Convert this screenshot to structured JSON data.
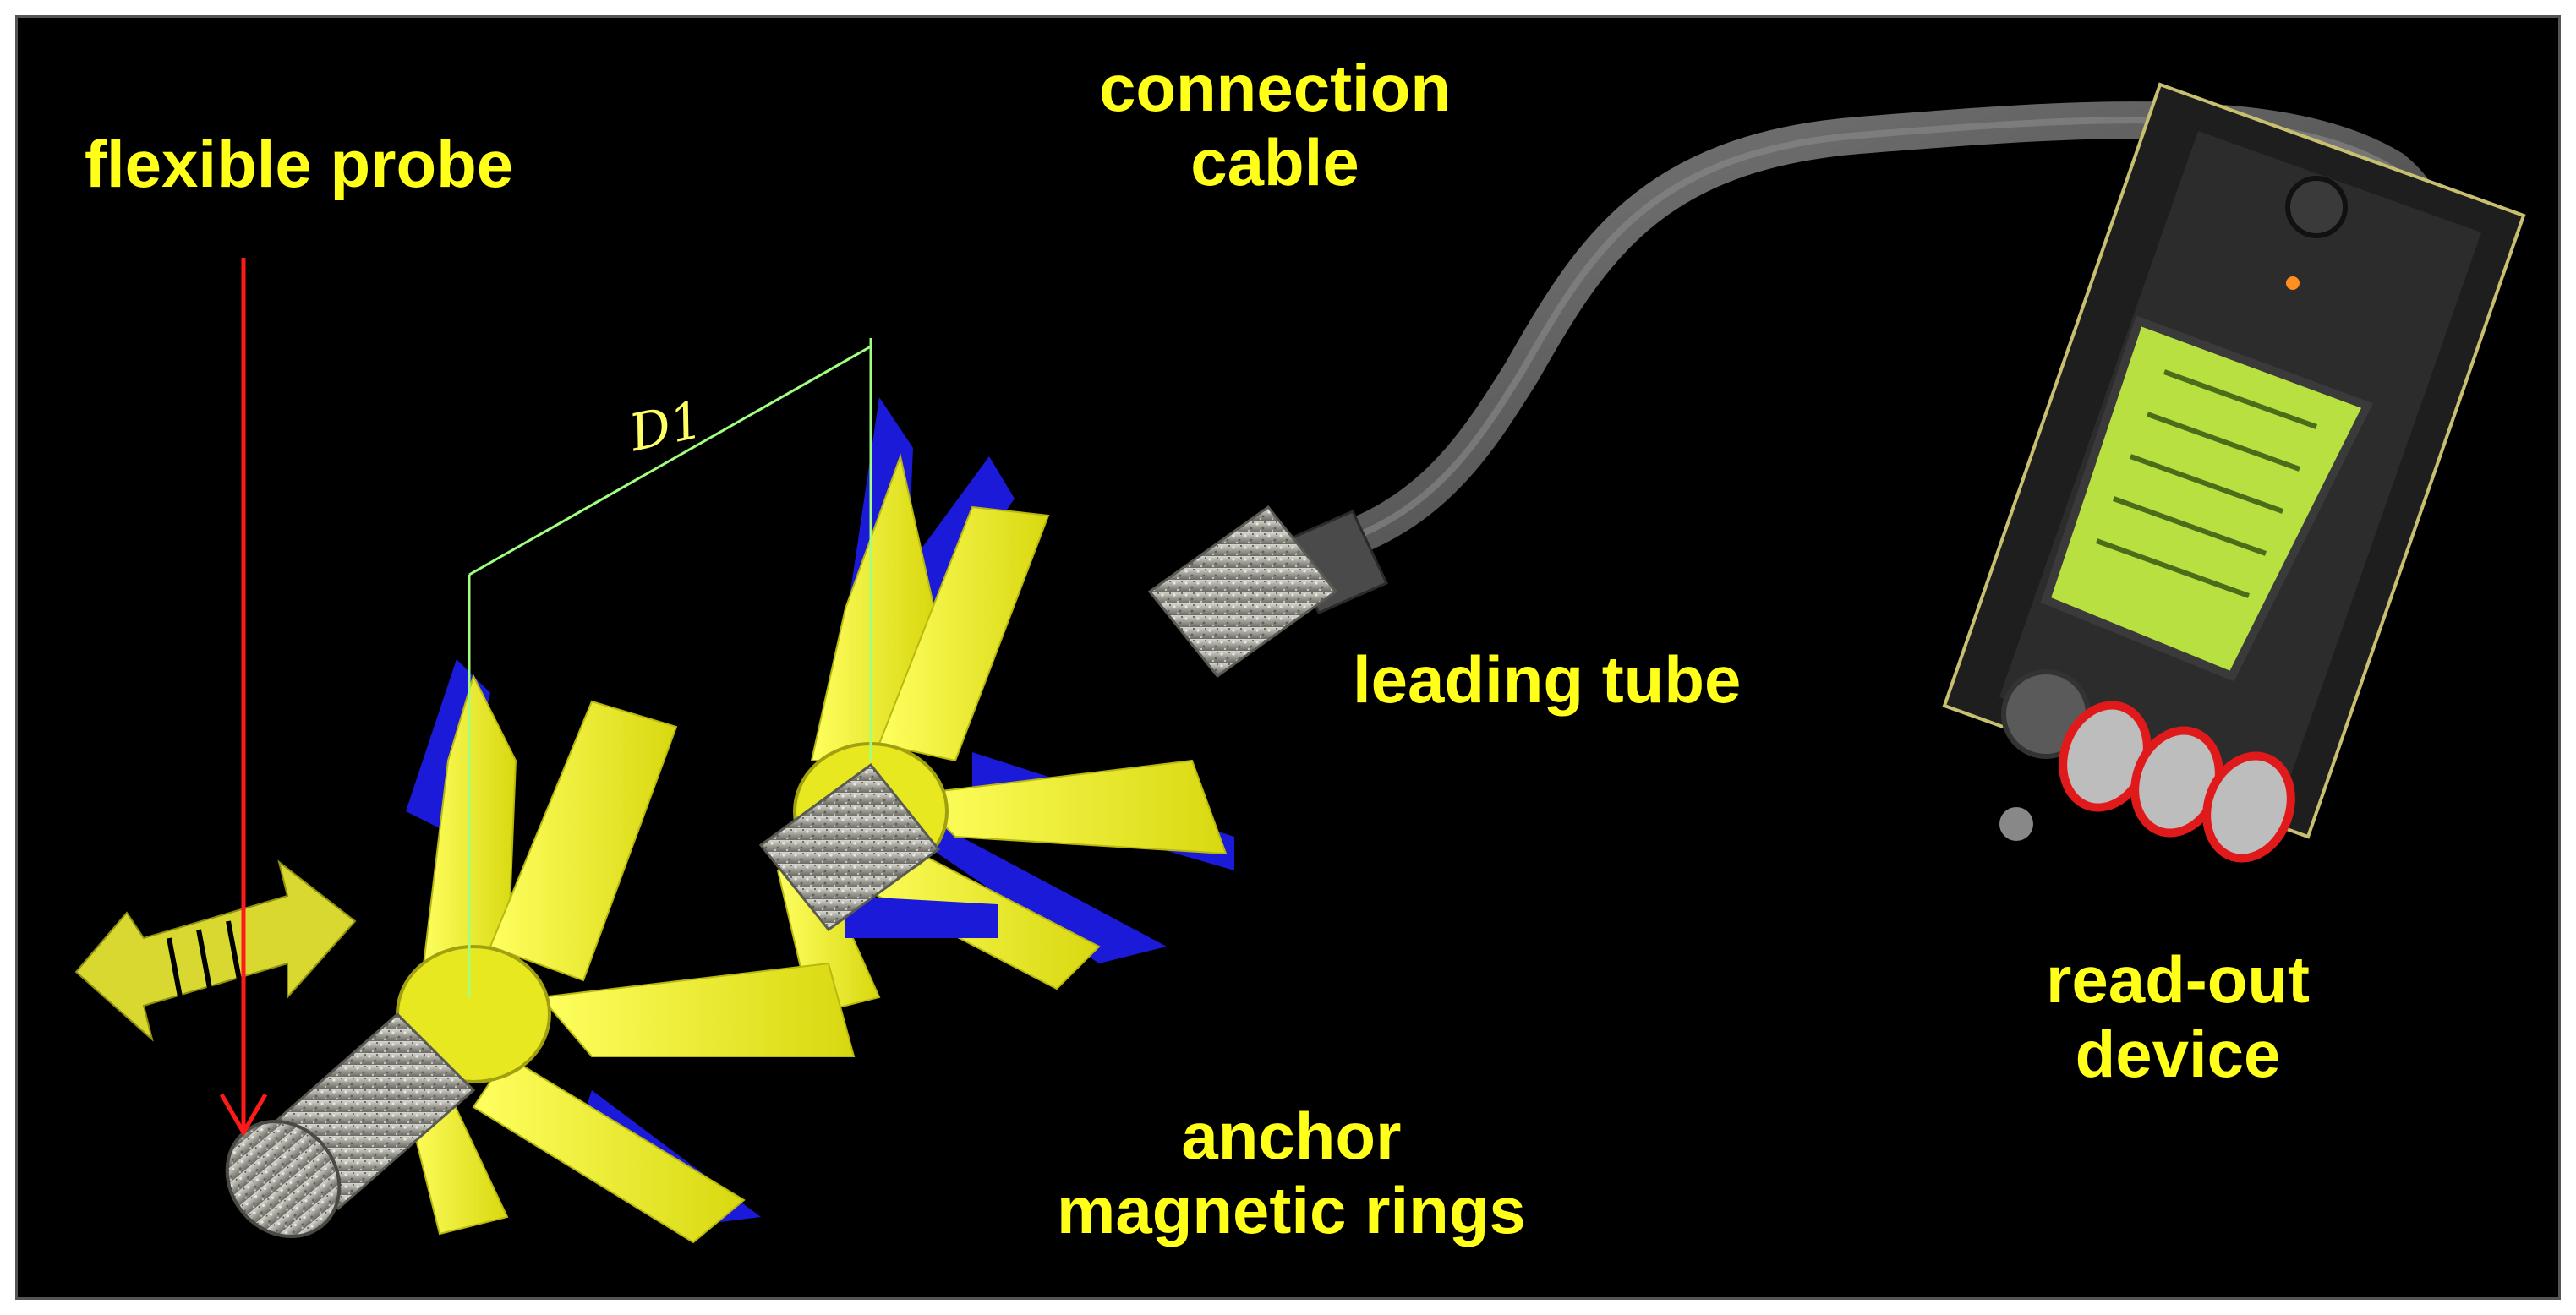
{
  "labels": {
    "flexible_probe": "flexible probe",
    "connection_cable_line1": "connection",
    "connection_cable_line2": "cable",
    "leading_tube": "leading tube",
    "readout_line1": "read-out",
    "readout_line2": "device",
    "anchor_line1": "anchor",
    "anchor_line2": "magnetic rings",
    "dimension": "D1"
  },
  "colors": {
    "background": "#000000",
    "label": "#ffff1a",
    "fin_yellow": "#f0f020",
    "fin_blue": "#1a1ad8",
    "tube_grey": "#a8a8a0",
    "cable": "#5a5a5a",
    "arrow_red": "#ff1a1a",
    "dimension_line": "#a0ff80",
    "lcd": "#b8e040"
  }
}
